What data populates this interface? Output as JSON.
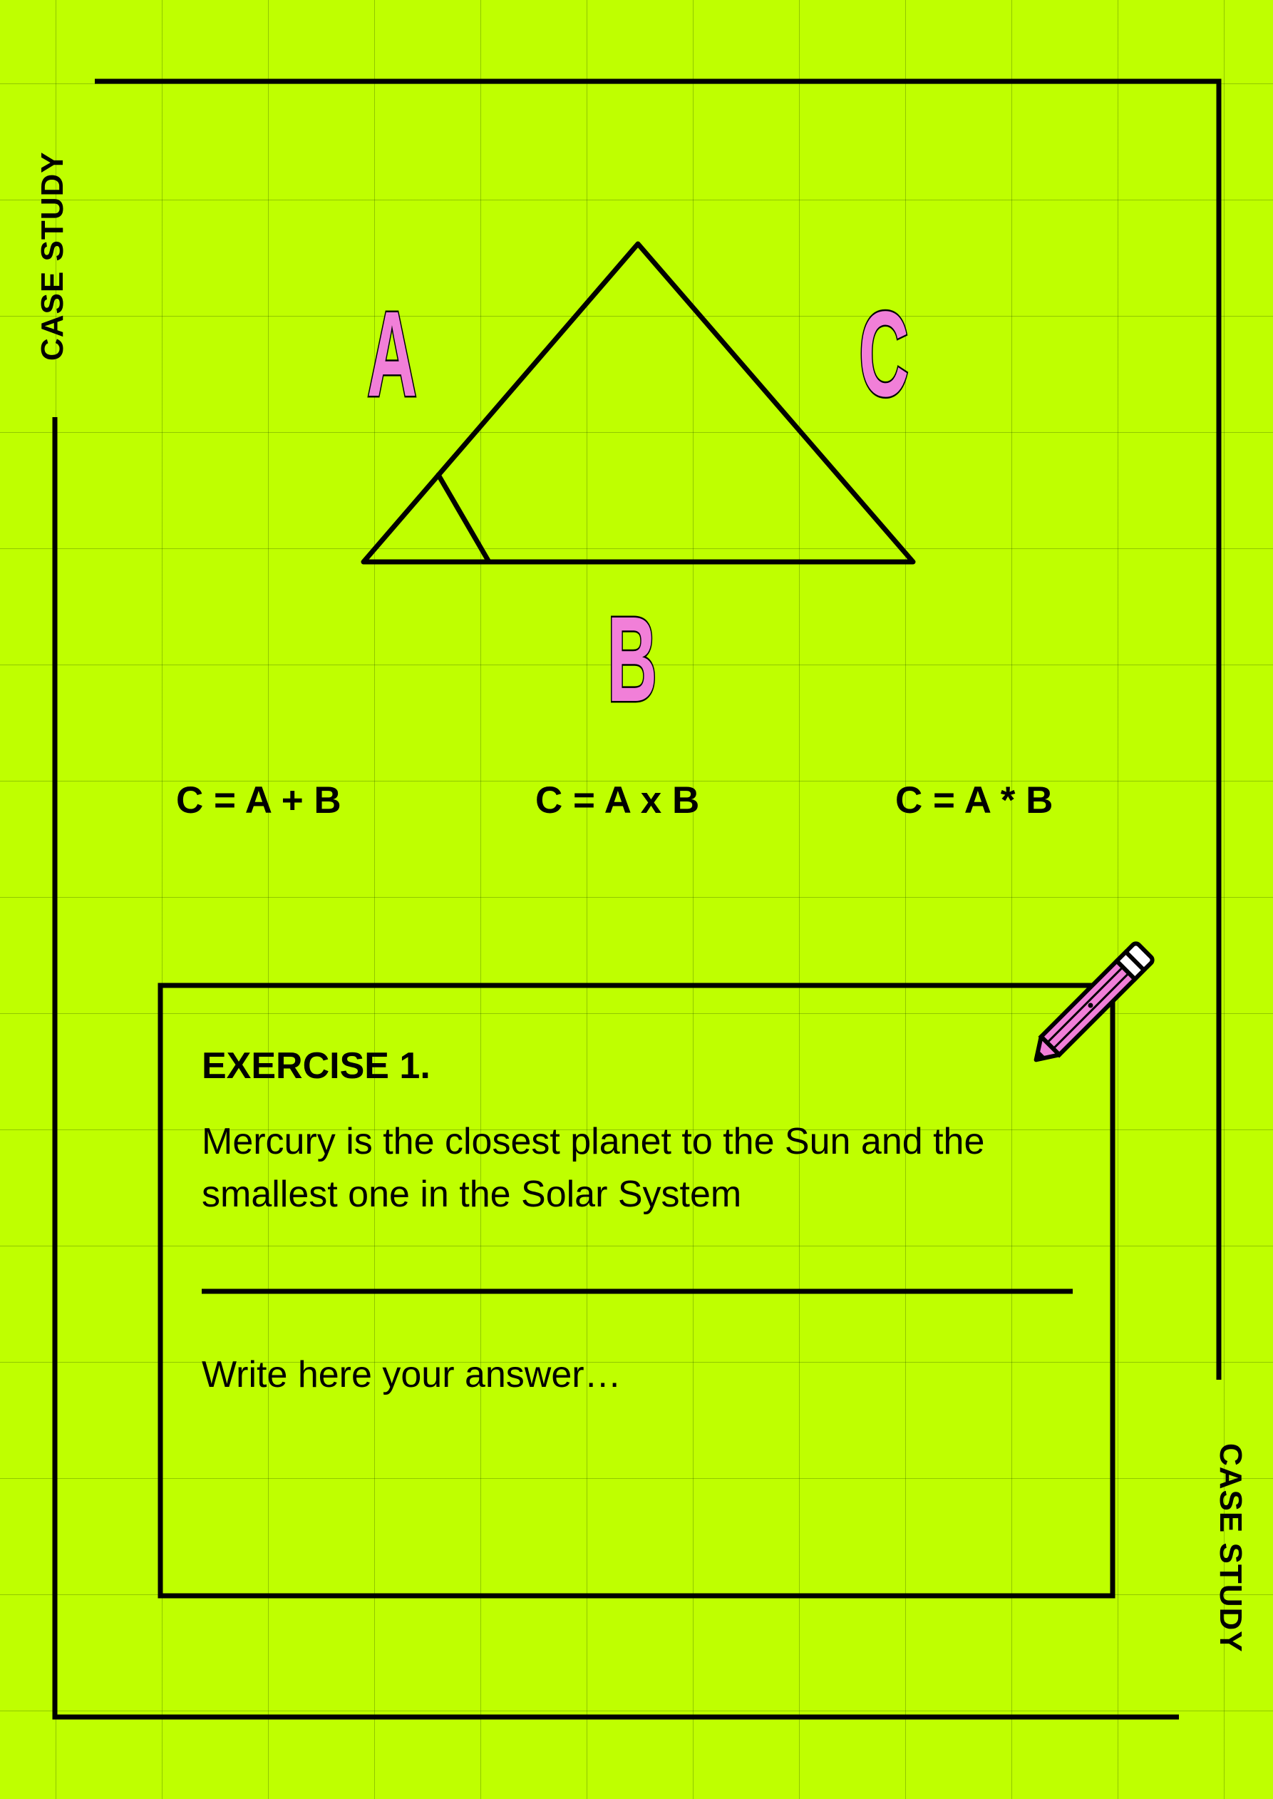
{
  "page": {
    "background": "#bfff00",
    "side_label_top": "CASE STUDY",
    "side_label_bottom": "CASE STUDY"
  },
  "diagram": {
    "label_a": "A",
    "label_b": "B",
    "label_c": "C",
    "letter_fill": "#f17fd8"
  },
  "formulas": [
    "C = A + B",
    "C = A x B",
    "C = A * B"
  ],
  "exercise": {
    "title": "EXERCISE 1.",
    "text": "Mercury is the closest planet to the Sun and the smallest one in the Solar System",
    "answer_placeholder": "Write here your answer…",
    "icon": "pencil-icon"
  }
}
